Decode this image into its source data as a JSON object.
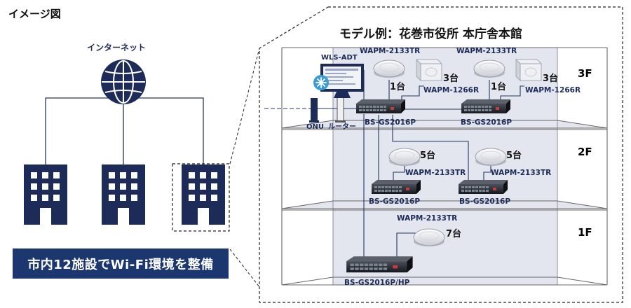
{
  "diagram": {
    "corner_title": "イメージ図",
    "internet_label": "インターネット",
    "banner": "市内12施設でWi-Fi環境を整備",
    "model_title": "モデル例：花巻市役所 本庁舎本館",
    "floors": [
      "3F",
      "2F",
      "1F"
    ],
    "devices": {
      "wls_adt": "WLS-ADT",
      "onu": "ONU",
      "router": "ルーター",
      "ap_3f_left": "WAPM-2133TR",
      "ap_3f_right": "WAPM-2133TR",
      "ap_ext_left": "WAPM-1266R",
      "ap_ext_right": "WAPM-1266R",
      "ap_2f_left": "WAPM-2133TR",
      "ap_2f_right": "WAPM-2133TR",
      "ap_1f": "WAPM-2133TR",
      "switch_3f_left": "BS-GS2016P",
      "switch_3f_right": "BS-GS2016P",
      "switch_2f_left": "BS-GS2016P",
      "switch_2f_right": "BS-GS2016P",
      "switch_1f": "BS-GS2016P/HP"
    },
    "counts": {
      "ap_3f_left": "1台",
      "ext_left": "3台",
      "ap_3f_right": "1台",
      "ext_right": "3台",
      "ap_2f_left": "5台",
      "ap_2f_right": "5台",
      "ap_1f": "7台"
    },
    "colors": {
      "navy": "#1c3670",
      "building": "#1d2b58",
      "floor_fill": "#e3e6ef",
      "line": "#26365f"
    }
  }
}
